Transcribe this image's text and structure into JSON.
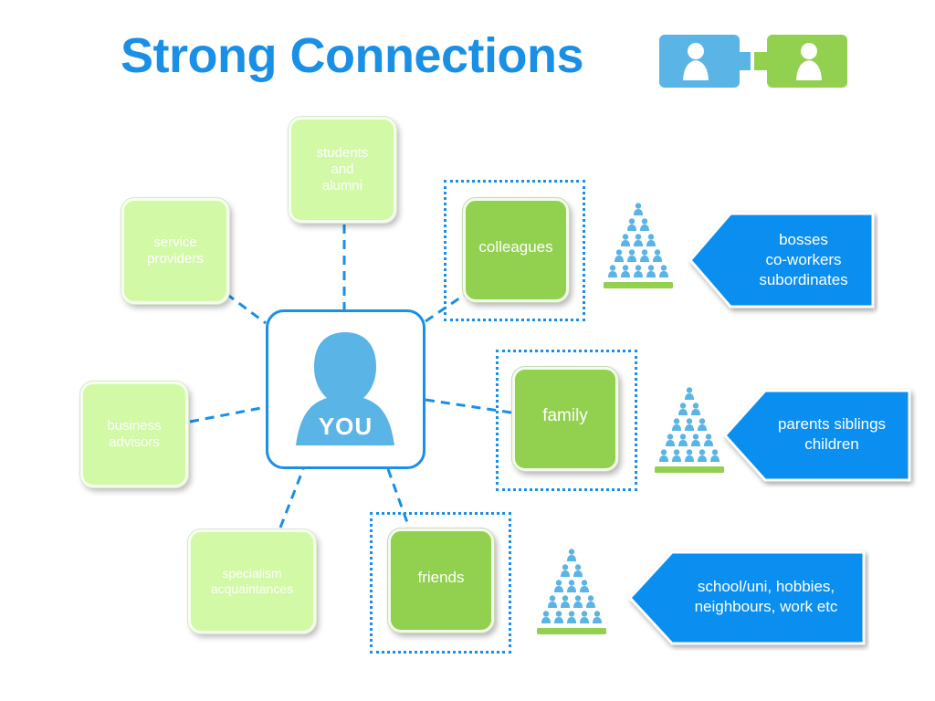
{
  "title": "Strong Connections",
  "center": {
    "label": "YOU"
  },
  "weak_ties": [
    {
      "label": "students and alumni"
    },
    {
      "label": "service providers"
    },
    {
      "label": "business advisors"
    },
    {
      "label": "specialism acquaintances"
    }
  ],
  "strong_ties": [
    {
      "label": "colleagues",
      "callout": [
        "bosses",
        "co-workers",
        "subordinates"
      ]
    },
    {
      "label": "family",
      "callout": [
        "parents siblings",
        "children"
      ]
    },
    {
      "label": "friends",
      "callout": [
        "school/uni, hobbies,",
        "neighbours, work etc"
      ]
    }
  ],
  "colors": {
    "accent_blue": "#1a8fe6",
    "person_blue": "#5ab4e6",
    "strong_green": "#92d050",
    "weak_green": "#d2f9a6",
    "callout_blue": "#0a8ff0"
  },
  "icons": [
    "connect-people-icon",
    "you-person-icon",
    "people-pyramid-icon"
  ]
}
